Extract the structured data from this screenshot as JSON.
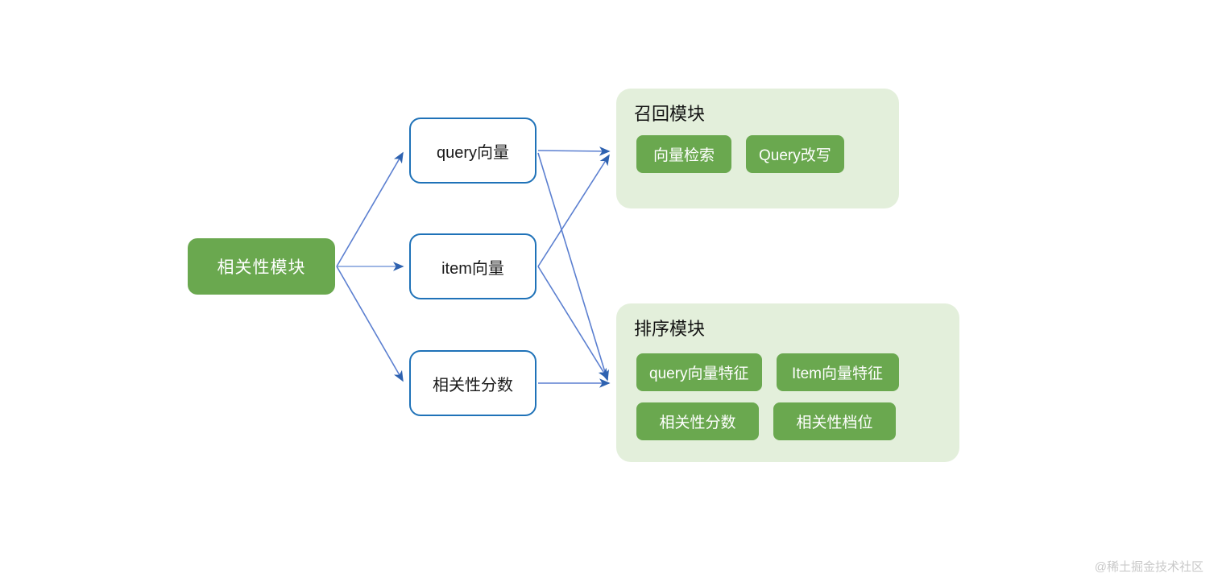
{
  "diagram": {
    "root": {
      "label": "相关性模块",
      "color": "#6aa84f"
    },
    "intermediate_nodes": [
      {
        "label": "query向量"
      },
      {
        "label": "item向量"
      },
      {
        "label": "相关性分数"
      }
    ],
    "groups": [
      {
        "id": "recall",
        "title": "召回模块",
        "background": "#e3efdb",
        "chips": [
          {
            "label": "向量检索"
          },
          {
            "label": "Query改写"
          }
        ]
      },
      {
        "id": "ranking",
        "title": "排序模块",
        "background": "#e3efdb",
        "chips": [
          {
            "label": "query向量特征"
          },
          {
            "label": "Item向量特征"
          },
          {
            "label": "相关性分数"
          },
          {
            "label": "相关性档位"
          }
        ]
      }
    ],
    "edge_color": "#4472c4",
    "node_border_color": "#1f72b8",
    "edges": [
      {
        "from": "相关性模块",
        "to": "query向量"
      },
      {
        "from": "相关性模块",
        "to": "item向量"
      },
      {
        "from": "相关性模块",
        "to": "相关性分数"
      },
      {
        "from": "query向量",
        "to": "召回模块"
      },
      {
        "from": "query向量",
        "to": "排序模块"
      },
      {
        "from": "item向量",
        "to": "召回模块"
      },
      {
        "from": "item向量",
        "to": "排序模块"
      },
      {
        "from": "相关性分数",
        "to": "排序模块"
      }
    ]
  },
  "watermark": {
    "text": "@稀土掘金技术社区"
  }
}
